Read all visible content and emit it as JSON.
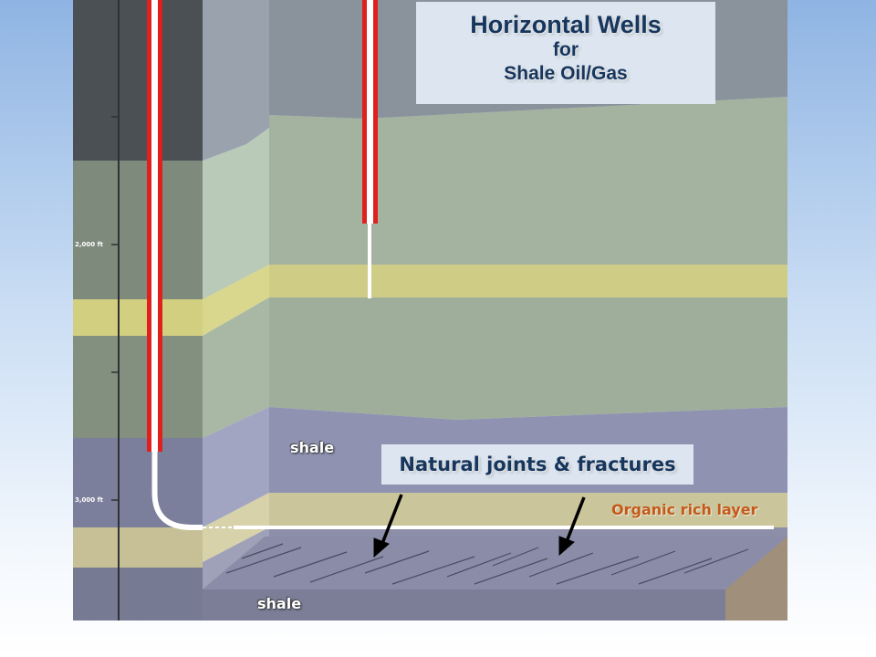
{
  "title": {
    "line1": "Horizontal Wells",
    "line2": "for",
    "line3": "Shale Oil/Gas"
  },
  "callout": "Natural joints & fractures",
  "labels": {
    "shale_upper": "shale",
    "shale_lower": "shale",
    "organic_layer": "Organic rich layer"
  },
  "depth_marks": {
    "mark_2000": "2,000 ft",
    "mark_3000": "3,000 ft"
  },
  "colors": {
    "casing": "#e0201c",
    "wellbore": "#ffffff",
    "title_text": "#17365d",
    "organic_label": "#c45a1a",
    "sandstone_layer": "#cfc87a",
    "shale_layer": "#8b8fae",
    "green_layer": "#9aaa94"
  }
}
